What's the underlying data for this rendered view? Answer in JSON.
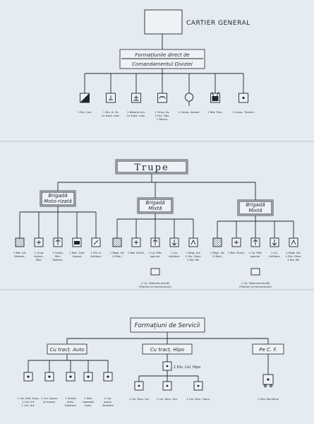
{
  "top": {
    "title": "CARTIER GENERAL",
    "direct_box": [
      "Formațiunile direct de",
      "Comandamentul Diviziei"
    ],
    "units": [
      {
        "icon": "cavalry-icon",
        "caption": [
          "1 Div. Cav."
        ]
      },
      {
        "icon": "anti-tank-icon",
        "caption": [
          "1 Div. A. Gr.",
          "Cu tracț. mec."
        ]
      },
      {
        "icon": "anti-aircraft-icon",
        "caption": [
          "1 Baterie A.A.",
          "Cu tracț. mec."
        ]
      },
      {
        "icon": "reconnaissance-icon",
        "caption": [
          "1 Grup. Av.",
          "1 Esc. Obs.",
          "1 Recon."
        ]
      },
      {
        "icon": "balloon-icon",
        "caption": [
          "1 Comp. Aerost."
        ]
      },
      {
        "icon": "radio-icon",
        "caption": [
          "1 Bat. Pion."
        ]
      },
      {
        "icon": "transport-icon",
        "caption": [
          "1 Comp. Transm."
        ]
      }
    ]
  },
  "trupe": {
    "title": "Trupe",
    "brigades": [
      {
        "label": [
          "Brigadă",
          "Moto-rizată"
        ],
        "units": [
          {
            "icon": "hatched-icon",
            "caption": [
              "1 Bat. Inf.",
              "Motoriz."
            ]
          },
          {
            "icon": "artillery-icon",
            "caption": [
              "1 Grup",
              "Autom.",
              "Mot."
            ]
          },
          {
            "icon": "machine-gun-icon",
            "caption": [
              "1 Comp.",
              "Mitr.",
              "Motoriz."
            ]
          },
          {
            "icon": "armored-icon",
            "caption": [
              "1 Bat. Care",
              "Usoare"
            ]
          },
          {
            "icon": "anti-tank-gun-icon",
            "caption": [
              "1 Div. A.",
              "Antitanc"
            ]
          }
        ]
      },
      {
        "label": [
          "Brigadă",
          "Mixtă"
        ],
        "units": [
          {
            "icon": "hatched-icon",
            "caption": [
              "1 Regt. Inf.",
              "(3 Bat.)"
            ]
          },
          {
            "icon": "artillery-icon",
            "caption": [
              "1 Bat. Munit."
            ]
          },
          {
            "icon": "machine-gun-icon",
            "caption": [
              "1 Cp. Mitr.",
              "special."
            ]
          },
          {
            "icon": "sapper-icon",
            "caption": [
              "1 Cp.",
              "Antitanc"
            ]
          },
          {
            "icon": "mountain-gun-icon",
            "caption": [
              "1 Regt. Art.",
              "1 Div. Obuz.",
              "1 Div. Mt."
            ]
          }
        ],
        "extra": [
          "1 Cp. Telecomunicații",
          "(Pionieri și transmisiuni)"
        ]
      },
      {
        "label": [
          "Brigadă",
          "Mixtă"
        ],
        "units": [
          {
            "icon": "hatched-icon",
            "caption": [
              "1 Regt. Inf.",
              "(3 Bat.)"
            ]
          },
          {
            "icon": "artillery-icon",
            "caption": [
              "1 Bat. Munit."
            ]
          },
          {
            "icon": "machine-gun-icon",
            "caption": [
              "1 Cp. Mitr.",
              "special."
            ]
          },
          {
            "icon": "sapper-icon",
            "caption": [
              "1 Cp.",
              "Antitanc"
            ]
          },
          {
            "icon": "mountain-gun-icon",
            "caption": [
              "1 Regt. Art.",
              "1 Div. Obuz.",
              "1 Div. Mt."
            ]
          }
        ],
        "extra": [
          "1 Cp. Telecomunicații",
          "(Pionieri și transmisiuni)"
        ]
      }
    ]
  },
  "servicii": {
    "title": "Formațiuni de Servicii",
    "columns": [
      {
        "label": "Cu tracț. Auto",
        "units": [
          {
            "icon": "truck-icon",
            "caption": [
              "1 Col. Mat. Auto.",
              "1 Col. Inf.",
              "1 Col. Art."
            ]
          },
          {
            "icon": "fuel-truck-icon",
            "caption": [
              "1 Col. Aprov.",
              "și transp."
            ]
          },
          {
            "icon": "cross-truck-icon",
            "caption": [
              "1 Secția",
              "Auto.",
              "Sanitare"
            ]
          },
          {
            "icon": "repair-truck-icon",
            "caption": [
              "1 Atel.",
              "reparații",
              "Auto."
            ]
          },
          {
            "icon": "bread-truck-icon",
            "caption": [
              "1 Col.",
              "aprov.",
              "Brutărie"
            ]
          }
        ]
      },
      {
        "label": "Cu tracț. Hipo",
        "sub_label": "1 Div. Col. Hipo",
        "units": [
          {
            "icon": "wagon-icon",
            "caption": [
              "1 Col. Mun. Inf."
            ]
          },
          {
            "icon": "wagon-icon",
            "caption": [
              "1 Col. Mun. Tun."
            ]
          },
          {
            "icon": "wagon-icon",
            "caption": [
              "1 Col. Mun. Obuz."
            ]
          }
        ]
      },
      {
        "label": "Pe C. F.",
        "units": [
          {
            "icon": "rail-icon",
            "caption": [
              "1 Tren Munițiuni"
            ]
          }
        ]
      }
    ]
  }
}
